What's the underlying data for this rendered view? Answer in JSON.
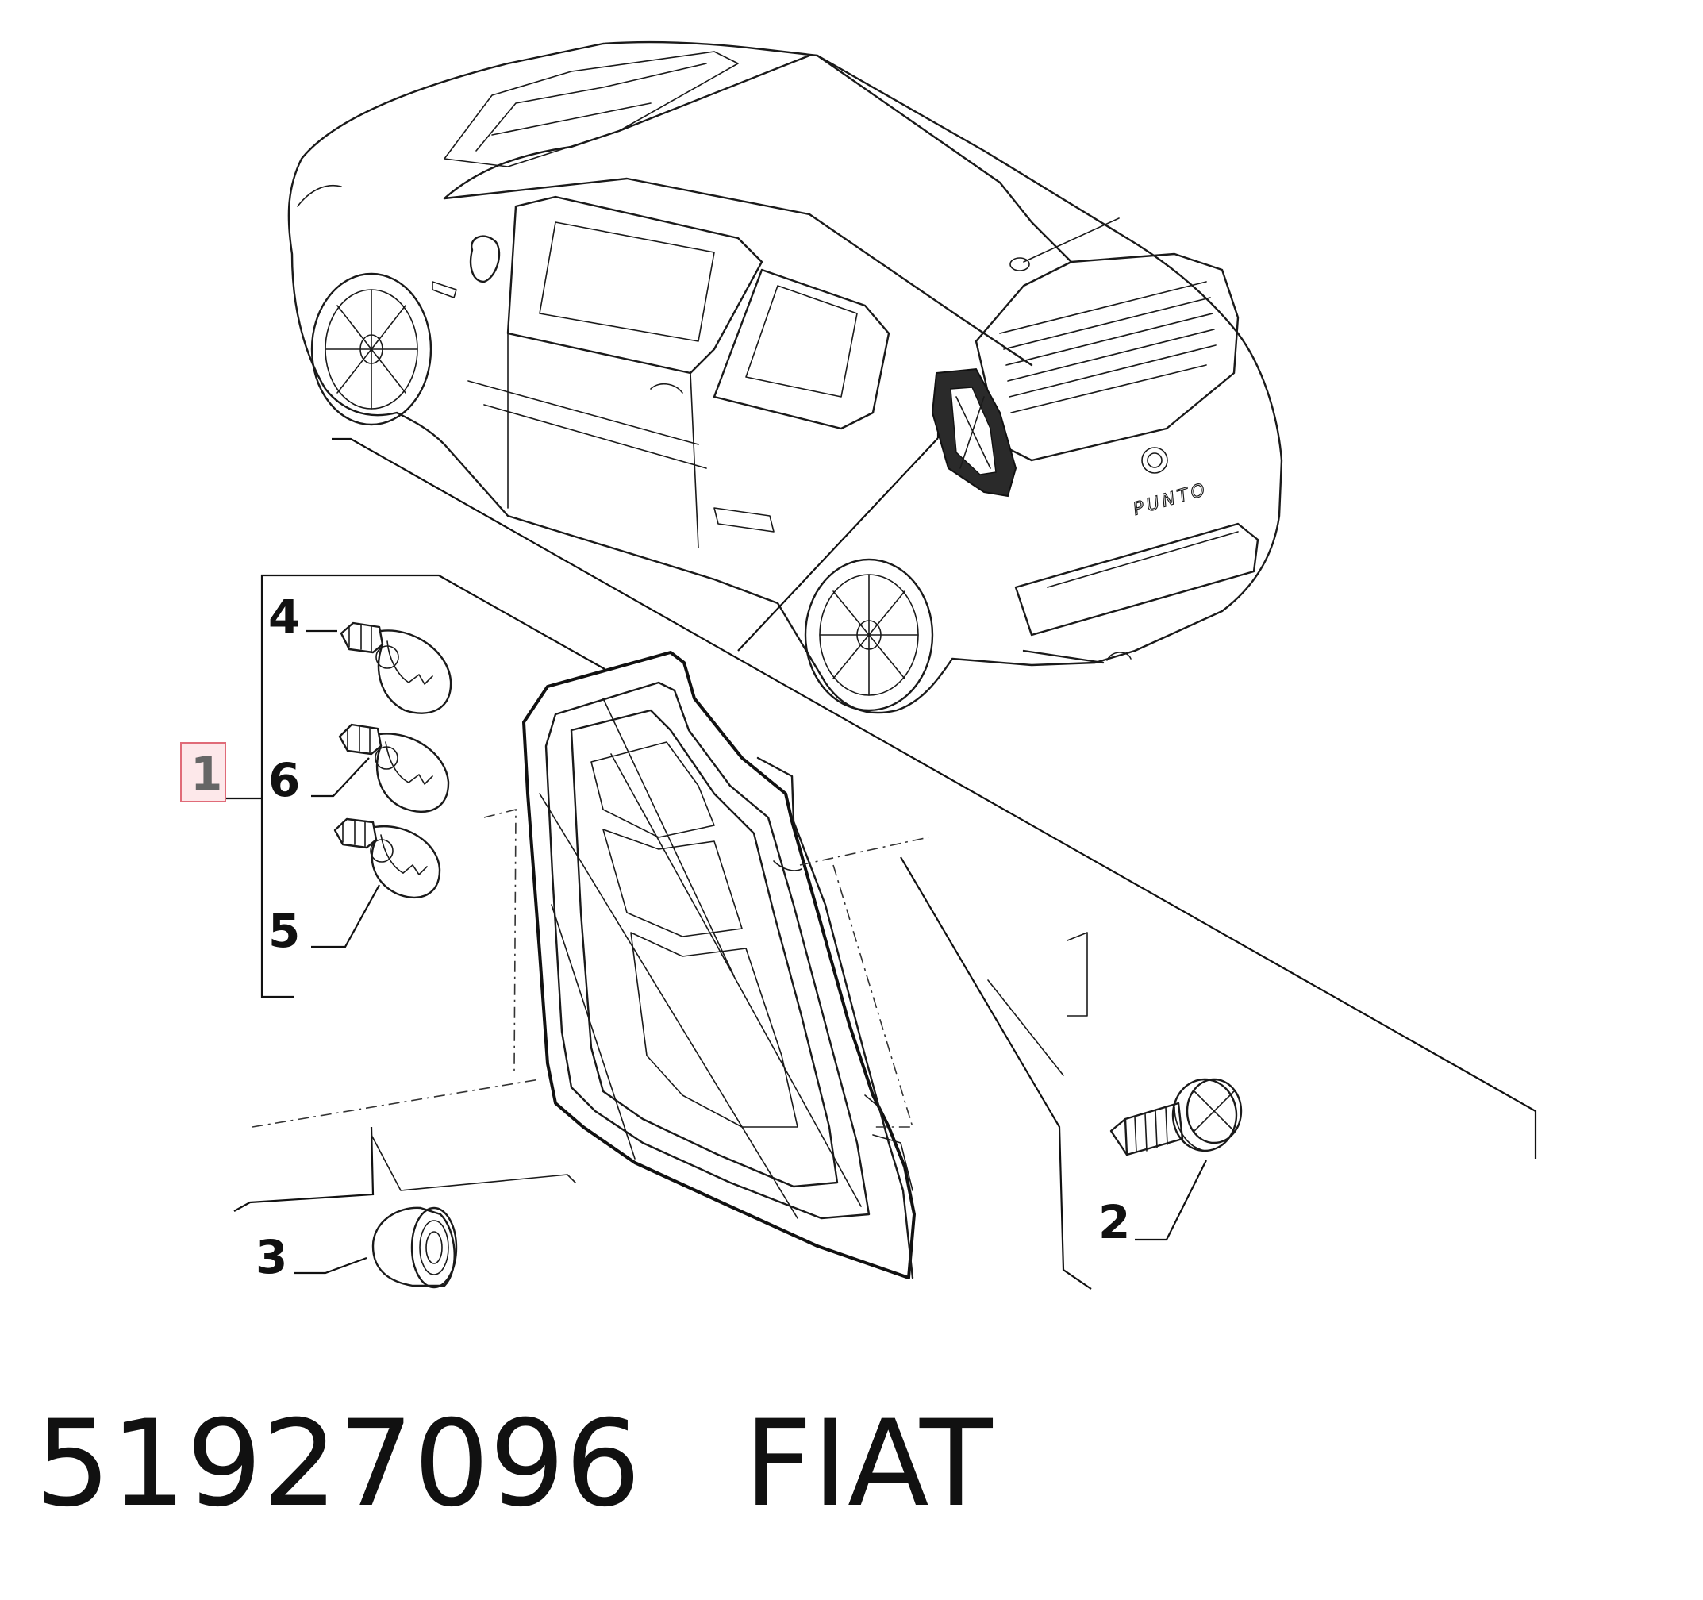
{
  "callouts": {
    "c1": "1",
    "c2": "2",
    "c3": "3",
    "c4": "4",
    "c5": "5",
    "c6": "6"
  },
  "car": {
    "badge": "PUNTO"
  },
  "footer": {
    "part_number": "51927096",
    "brand": "FIAT"
  },
  "colors": {
    "highlight_fill": "#fde8ea",
    "highlight_border": "#e06b78",
    "ink": "#111111"
  }
}
